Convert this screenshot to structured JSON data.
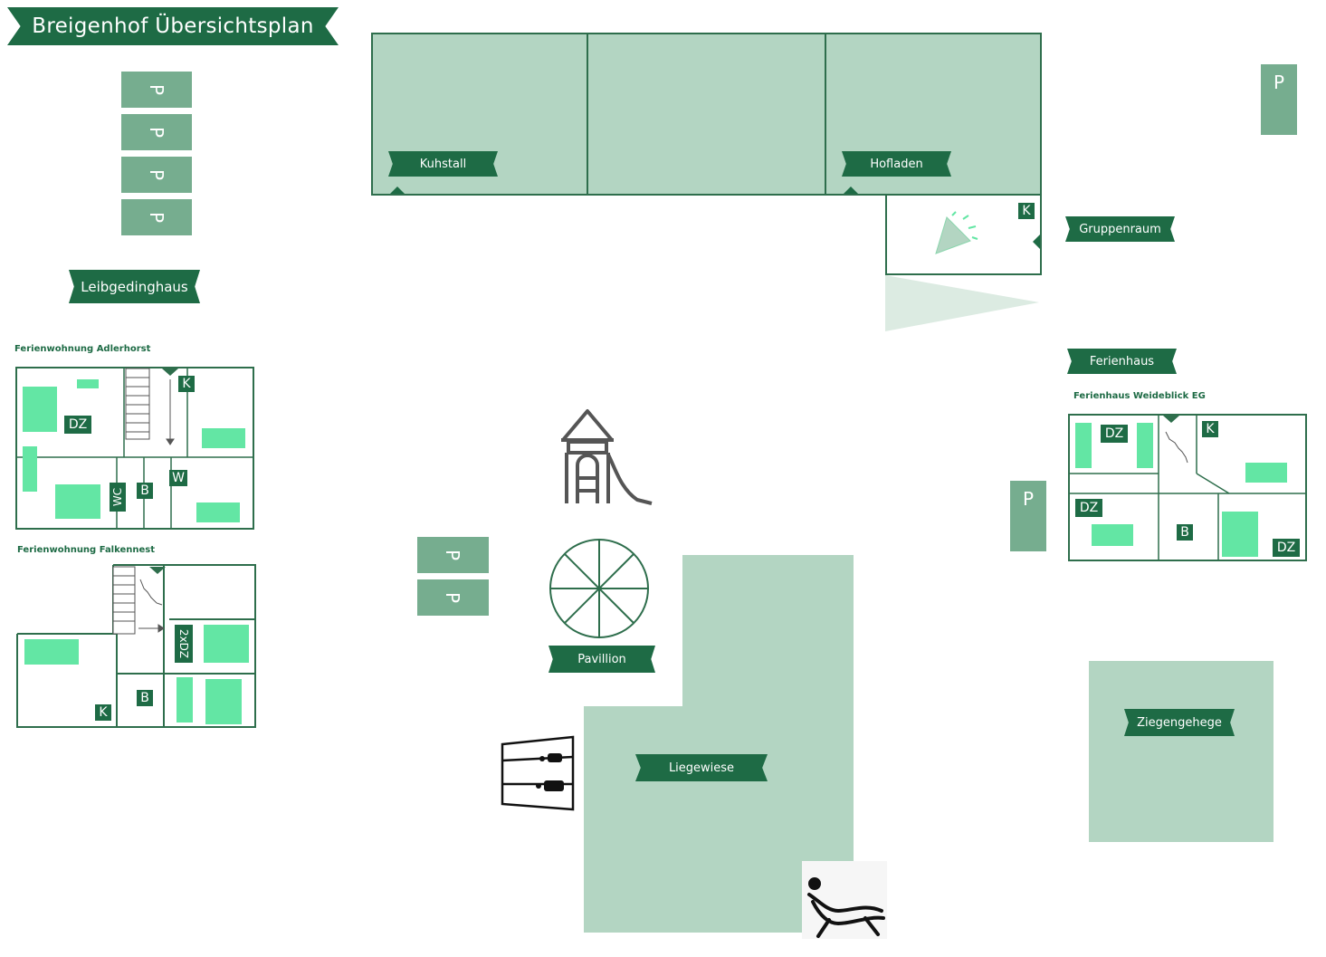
{
  "title": "Breigenhof Übersichtsplan",
  "parking_label": "P",
  "buildings": {
    "kuhstall": "Kuhstall",
    "hofladen": "Hofladen",
    "gruppenraum": "Gruppenraum",
    "leibgedinghaus": "Leibgedinghaus",
    "ferienhaus": "Ferienhaus",
    "pavillion": "Pavillion",
    "liegewiese": "Liegewiese",
    "ziegengehege": "Ziegengehege"
  },
  "apartments": {
    "adlerhorst": {
      "name": "Ferienwohnung Adlerhorst",
      "rooms": {
        "k": "K",
        "dz": "DZ",
        "wc": "WC",
        "b": "B",
        "w": "W"
      }
    },
    "falkennest": {
      "name": "Ferienwohnung Falkennest",
      "rooms": {
        "dz2": "2xDZ",
        "b": "B",
        "k": "K"
      }
    },
    "weideblick": {
      "name": "Ferienhaus Weideblick EG",
      "rooms": {
        "dz1": "DZ",
        "k": "K",
        "dz2": "DZ",
        "b": "B",
        "dz3": "DZ"
      }
    }
  },
  "gruppenraum_room": {
    "k": "K"
  },
  "colors": {
    "banner": "#1e6b45",
    "parking": "#76ad8f",
    "area": "#b3d5c2",
    "outline": "#2e6e4c",
    "furniture": "#63e6a4"
  },
  "icons": [
    "playground-icon",
    "pavilion-icon",
    "sandbox-icon",
    "lounger-icon",
    "party-popper-icon",
    "stairs-icon"
  ]
}
